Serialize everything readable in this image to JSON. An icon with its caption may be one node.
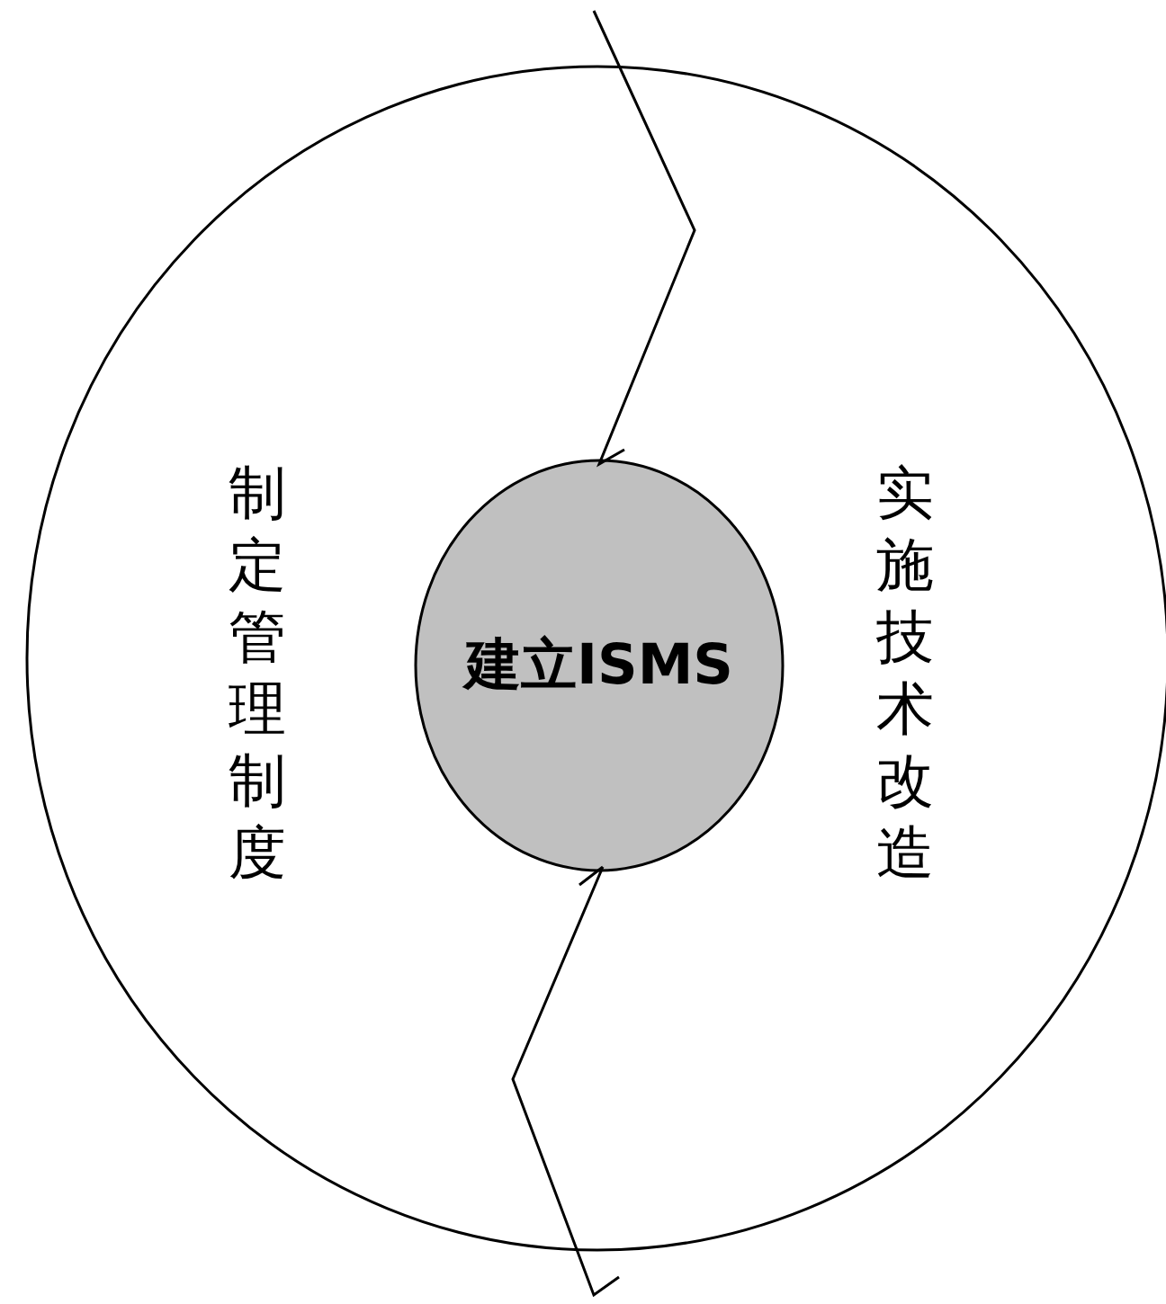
{
  "diagram": {
    "nodes": [
      {
        "text": [
          "制定管理制度",
          "实施技术改造"
        ]
      },
      {
        "text": [
          "建立ISMS"
        ],
        "in": 0
      }
    ],
    "edges": []
  }
}
